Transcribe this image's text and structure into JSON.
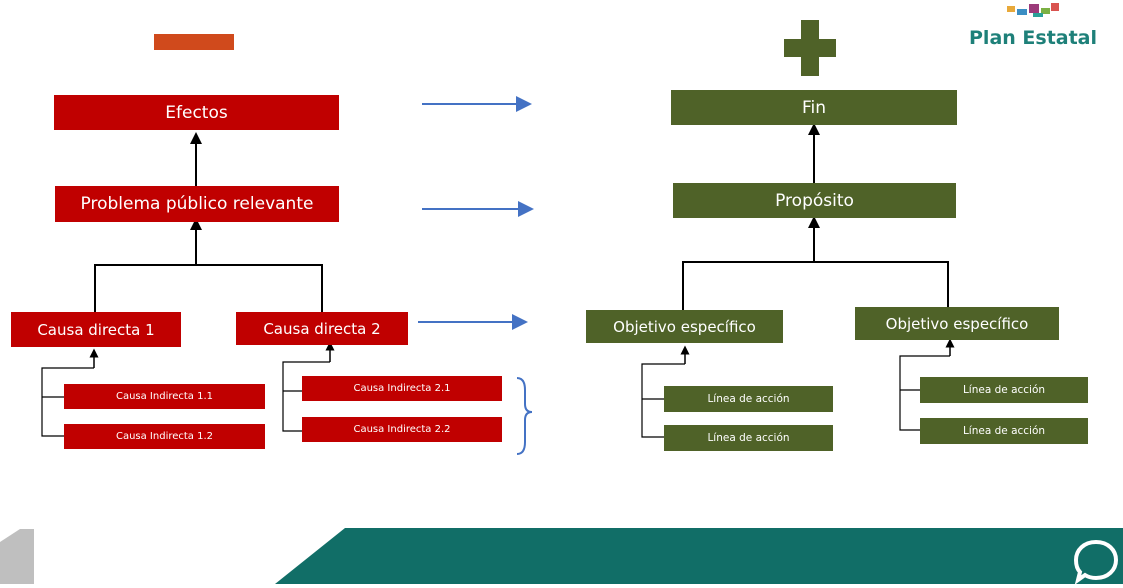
{
  "logo": {
    "text": "Plan Estatal"
  },
  "symbols": {
    "minus": "minus-sign",
    "plus": "plus-sign"
  },
  "colors": {
    "problem_tree": "#c00000",
    "objective_tree": "#4f6228",
    "arrow": "#4472c4",
    "footer": "#116e67"
  },
  "problem_tree": {
    "effects": "Efectos",
    "problem": "Problema público relevante",
    "direct_causes": [
      {
        "label": "Causa directa 1",
        "indirect": [
          "Causa Indirecta 1.1",
          "Causa Indirecta 1.2"
        ]
      },
      {
        "label": "Causa directa 2",
        "indirect": [
          "Causa Indirecta 2.1",
          "Causa Indirecta 2.2"
        ]
      }
    ]
  },
  "objective_tree": {
    "end": "Fin",
    "purpose": "Propósito",
    "specific_objectives": [
      {
        "label": "Objetivo específico",
        "actions": [
          "Línea de acción",
          "Línea de acción"
        ]
      },
      {
        "label": "Objetivo específico",
        "actions": [
          "Línea de acción",
          "Línea de acción"
        ]
      }
    ]
  }
}
